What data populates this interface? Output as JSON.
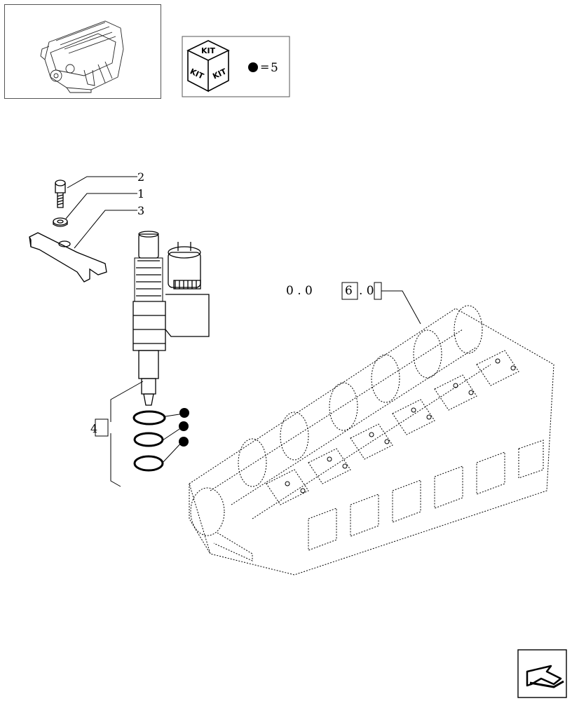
{
  "thumbnail": {
    "icon": "engine-thumbnail-icon"
  },
  "kit_legend": {
    "kit_labels": [
      "KIT",
      "KIT",
      "KIT"
    ],
    "equals": "=",
    "count": "5",
    "marker_icon": "filled-dot-icon"
  },
  "callouts": [
    {
      "id": "2",
      "label": "2"
    },
    {
      "id": "1",
      "label": "1"
    },
    {
      "id": "3",
      "label": "3"
    },
    {
      "id": "4",
      "label": "4"
    }
  ],
  "reference": {
    "part1": "0 . 0",
    "boxed": "6",
    "part2": ". 0",
    "box2": ""
  },
  "nav": {
    "icon": "next-page-arrow-icon"
  },
  "colors": {
    "line": "#000000",
    "background": "#ffffff"
  }
}
